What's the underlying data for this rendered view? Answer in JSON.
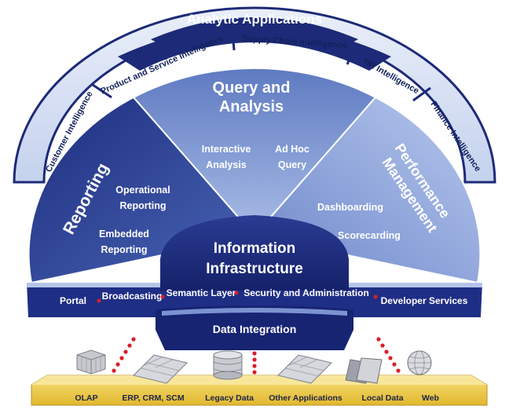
{
  "analytic_applications": {
    "title": "Analytic Applications",
    "items": [
      "Customer Intelligence",
      "Product and Service Intelligence",
      "Supply Chain Intelligence",
      "HR Intelligence",
      "Finance Intelligence"
    ]
  },
  "reporting": {
    "title": "Reporting",
    "items": [
      "Operational",
      "Reporting",
      "Embedded",
      "Reporting"
    ]
  },
  "query_analysis": {
    "title_line1": "Query and",
    "title_line2": "Analysis",
    "interactive_1": "Interactive",
    "interactive_2": "Analysis",
    "adhoc_1": "Ad Hoc",
    "adhoc_2": "Query"
  },
  "performance": {
    "title_line1": "Performance",
    "title_line2": "Management",
    "dashboarding": "Dashboarding",
    "scorecarding": "Scorecarding"
  },
  "info_infra": {
    "line1": "Information",
    "line2": "Infrastructure"
  },
  "services": [
    "Portal",
    "Broadcasting",
    "Semantic Layer",
    "Security and Administration",
    "Developer Services"
  ],
  "data_integration": "Data Integration",
  "sources": [
    "OLAP",
    "ERP, CRM, SCM",
    "Legacy Data",
    "Other Applications",
    "Local Data",
    "Web"
  ],
  "colors": {
    "dark_navy": "#1c2a78",
    "mid_blue": "#3d57a8",
    "light_blue": "#8fa7da",
    "gold": "#f2d24a",
    "red_dot": "#d8202a"
  }
}
